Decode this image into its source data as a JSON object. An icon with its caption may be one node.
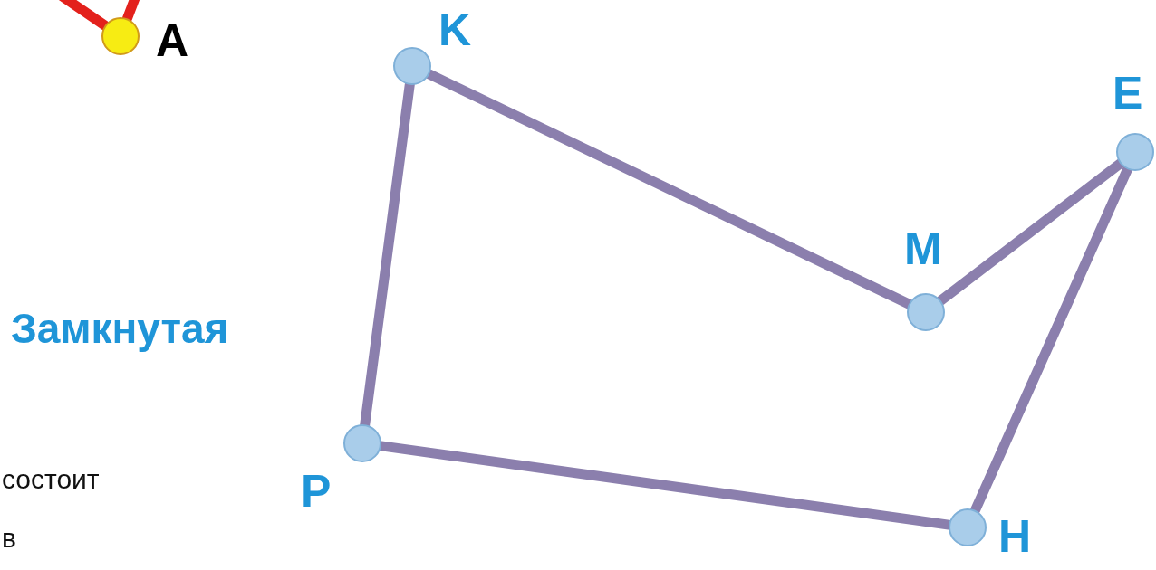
{
  "diagram": {
    "nodes": [
      {
        "text": [],
        "shape": "circle",
        "beside": [
          "A"
        ]
      },
      {
        "text": [],
        "shape": "circle",
        "beside": [
          "K"
        ]
      },
      {
        "text": [],
        "shape": "circle",
        "beside": [
          "E"
        ]
      },
      {
        "text": [],
        "shape": "circle",
        "beside": [
          "M"
        ]
      },
      {
        "text": [],
        "shape": "circle",
        "beside": [
          "P"
        ]
      },
      {
        "text": [],
        "shape": "circle",
        "beside": [
          "H"
        ]
      }
    ],
    "edges": [
      {
        "from": null,
        "to": 0,
        "arrow": "none",
        "color": "#e3211c"
      },
      {
        "from": null,
        "to": 0,
        "arrow": "none",
        "color": "#e3211c"
      },
      {
        "from": 1,
        "to": 3,
        "arrow": "none"
      },
      {
        "from": 3,
        "to": 2,
        "arrow": "none"
      },
      {
        "from": 2,
        "to": 5,
        "arrow": "none"
      },
      {
        "from": 5,
        "to": 4,
        "arrow": "none"
      },
      {
        "from": 4,
        "to": 1,
        "arrow": "none"
      }
    ],
    "labels": [
      "Замкнутая",
      "состоит",
      "в"
    ]
  }
}
